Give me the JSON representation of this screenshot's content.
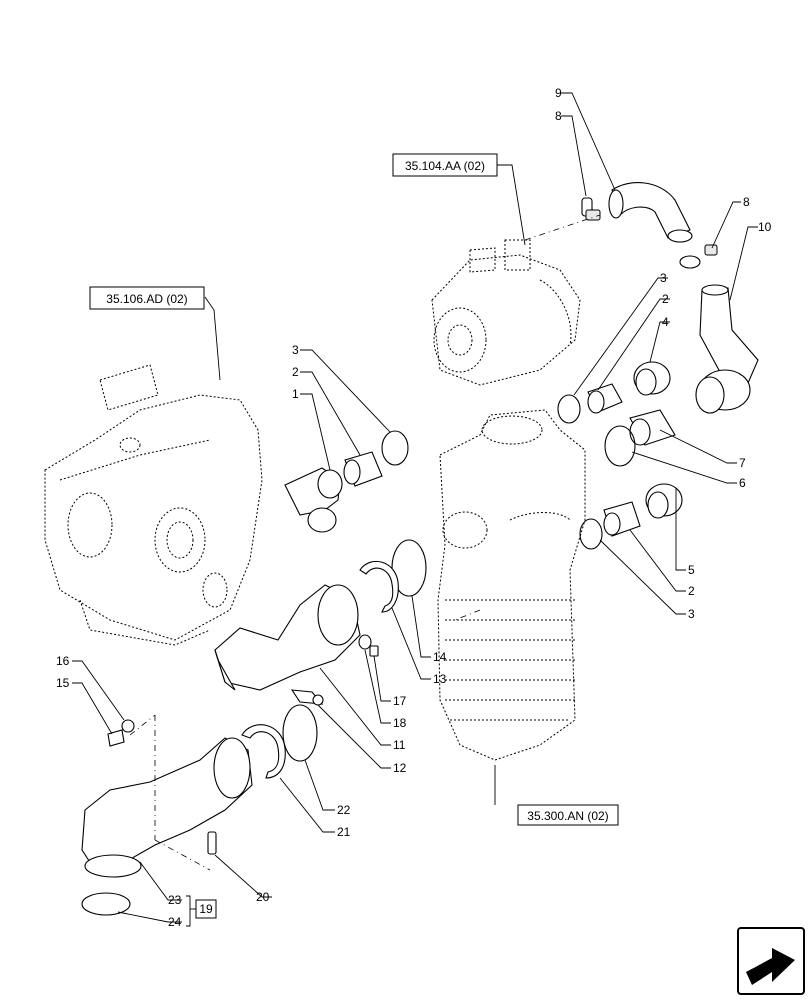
{
  "references": {
    "ref_top": "35.104.AA (02)",
    "ref_left": "35.106.AD (02)",
    "ref_bottom": "35.300.AN (02)"
  },
  "callouts": {
    "c1": "1",
    "c2a": "2",
    "c2b": "2",
    "c2c": "2",
    "c3a": "3",
    "c3b": "3",
    "c3c": "3",
    "c4": "4",
    "c5": "5",
    "c6": "6",
    "c7": "7",
    "c8a": "8",
    "c8b": "8",
    "c9": "9",
    "c10": "10",
    "c11": "11",
    "c12": "12",
    "c13": "13",
    "c14": "14",
    "c15": "15",
    "c16": "16",
    "c17": "17",
    "c18": "18",
    "c19": "19",
    "c20": "20",
    "c21": "21",
    "c22": "22",
    "c23": "23",
    "c24": "24"
  },
  "nav_icon": "arrow-navigation-icon"
}
